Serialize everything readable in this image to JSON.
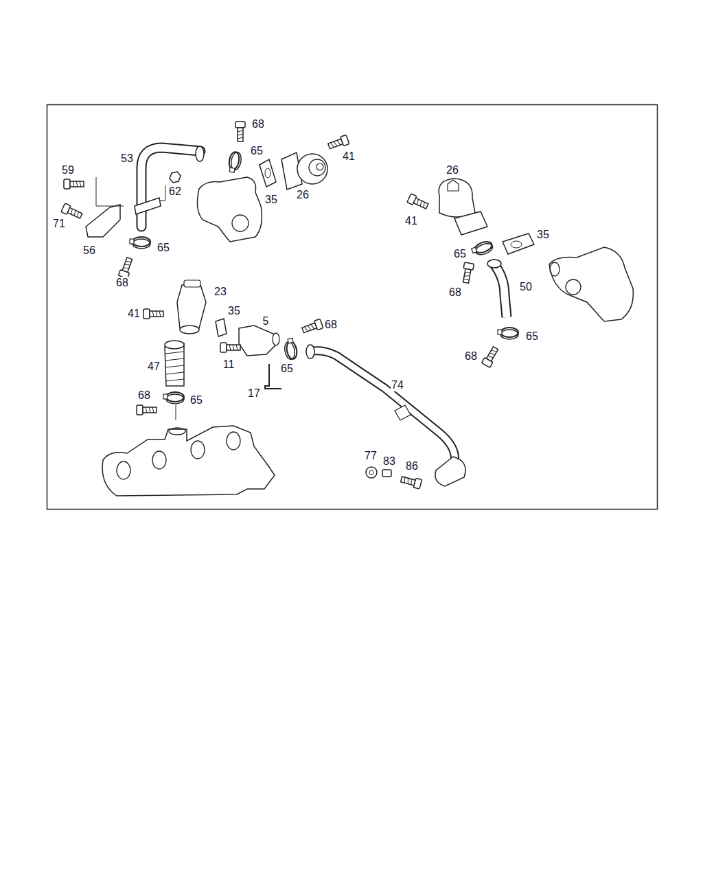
{
  "diagram": {
    "labels": [
      "68",
      "65",
      "41",
      "53",
      "59",
      "62",
      "35",
      "26",
      "26",
      "35",
      "71",
      "41",
      "56",
      "65",
      "65",
      "68",
      "23",
      "50",
      "68",
      "41",
      "35",
      "5",
      "68",
      "65",
      "68",
      "47",
      "11",
      "65",
      "74",
      "17",
      "68",
      "65",
      "77",
      "83",
      "86"
    ]
  }
}
